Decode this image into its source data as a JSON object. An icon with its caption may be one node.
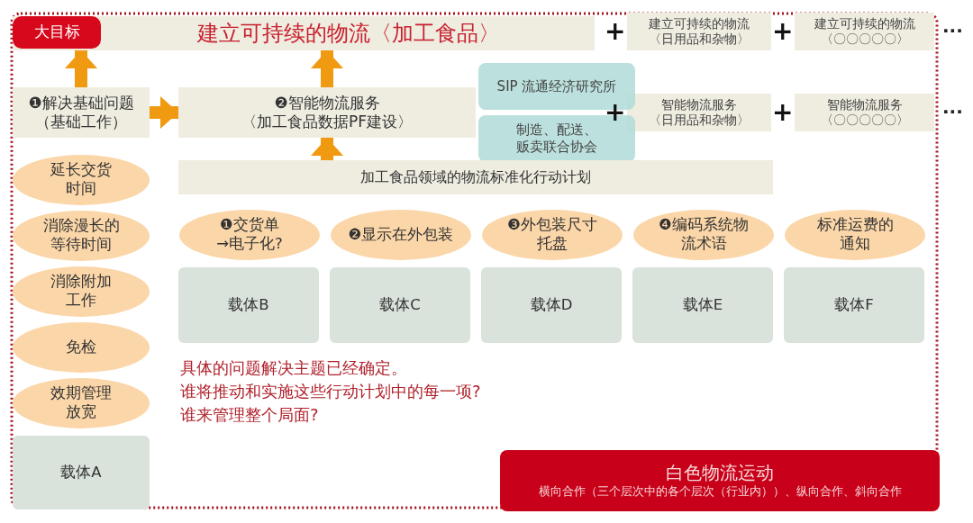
{
  "diagram": {
    "nodes": [
      {
        "text": [
          "大目标"
        ],
        "in": 1
      },
      {
        "text": [
          "建立可持续的物流〈加工食品〉"
        ]
      },
      {
        "text": [
          "建立可持续的物流〈日用品和杂物〉"
        ]
      },
      {
        "text": [
          "建立可持续的物流〈〇〇〇〇〇〉"
        ]
      },
      {
        "text": [
          "❶解决基础问题（基础工作）"
        ]
      },
      {
        "text": [
          "❷智能物流服务〈加工食品数据PF建设〉"
        ]
      },
      {
        "text": [
          "SIP 流通经济研究所"
        ]
      },
      {
        "text": [
          "制造、配送、贩卖联合协会"
        ]
      },
      {
        "text": [
          "智能物流服务〈日用品和杂物〉"
        ]
      },
      {
        "text": [
          "智能物流服务〈〇〇〇〇〇〉"
        ]
      },
      {
        "text": [
          "加工食品领域的物流标准化行动计划"
        ]
      },
      {
        "text": [
          "延长交货时间"
        ]
      },
      {
        "text": [
          "消除漫长的等待时间"
        ]
      },
      {
        "text": [
          "消除附加工作"
        ]
      },
      {
        "text": [
          "免检"
        ]
      },
      {
        "text": [
          "效期管理放宽"
        ]
      },
      {
        "text": [
          "载体A"
        ]
      },
      {
        "text": [
          "❶交货单→电子化?"
        ]
      },
      {
        "text": [
          "❷显示在外包装"
        ]
      },
      {
        "text": [
          "❸外包装尺寸托盘"
        ]
      },
      {
        "text": [
          "❹编码系统物流术语"
        ]
      },
      {
        "text": [
          "标准运费的通知"
        ]
      },
      {
        "text": [
          "载体B"
        ]
      },
      {
        "text": [
          "载体C"
        ]
      },
      {
        "text": [
          "载体D"
        ]
      },
      {
        "text": [
          "载体E"
        ]
      },
      {
        "text": [
          "载体F"
        ]
      },
      {
        "text": [
          "白色物流运动",
          "横向合作（三个层次中的各个层次（行业内））、纵向合作、斜向合作"
        ]
      }
    ],
    "edges": [
      {
        "from": 4,
        "to": 1,
        "arrow": "to"
      },
      {
        "from": 5,
        "to": 1,
        "arrow": "to"
      },
      {
        "from": 4,
        "to": 5,
        "arrow": "to"
      },
      {
        "from": 10,
        "to": 5,
        "arrow": "to"
      }
    ],
    "labels": [
      "+",
      "+",
      "···",
      "+",
      "+",
      "···",
      "具体的问题解决主题已经确定。",
      "谁将推动和实施这些行动计划中的每一项?",
      "谁来管理整个局面?"
    ]
  }
}
